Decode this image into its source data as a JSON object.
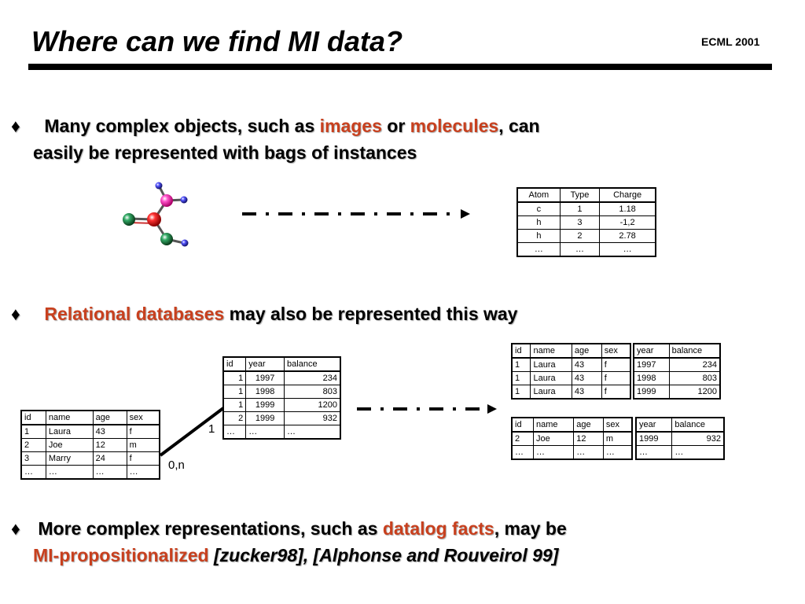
{
  "header": {
    "title": "Where can we find MI data?",
    "conference": "ECML 2001"
  },
  "bullets": {
    "b1": {
      "t1": "Many complex objects, such as ",
      "r1": "images",
      "t2": " or ",
      "r2": "molecules",
      "t3": ", can",
      "t4": "easily be represented with bags of instances"
    },
    "b2": {
      "r1": "Relational databases",
      "t1": " may also be represented this way"
    },
    "b3": {
      "t1": "More complex representations, such as ",
      "r1": "datalog facts",
      "t2": ", may be",
      "r2": "MI-propositionalized",
      "t3": " [zucker98], [Alphonse and Rouveirol 99]"
    }
  },
  "bullet_symbol": "♦",
  "atom_table": {
    "headers": [
      "Atom",
      "Type",
      "Charge"
    ],
    "rows": [
      [
        "c",
        "1",
        "1.18"
      ],
      [
        "h",
        "3",
        "-1,2"
      ],
      [
        "h",
        "2",
        "2.78"
      ],
      [
        "…",
        "…",
        "…"
      ]
    ]
  },
  "person_table": {
    "headers": [
      "id",
      "name",
      "age",
      "sex"
    ],
    "rows": [
      [
        "1",
        "Laura",
        "43",
        "f"
      ],
      [
        "2",
        "Joe",
        "12",
        "m"
      ],
      [
        "3",
        "Marry",
        "24",
        "f"
      ],
      [
        "…",
        "…",
        "…",
        "…"
      ]
    ]
  },
  "account_table": {
    "headers": [
      "id",
      "year",
      "balance"
    ],
    "rows": [
      [
        "1",
        "1997",
        "234"
      ],
      [
        "1",
        "1998",
        "803"
      ],
      [
        "1",
        "1999",
        "1200"
      ],
      [
        "2",
        "1999",
        "932"
      ],
      [
        "…",
        "…",
        "…"
      ]
    ]
  },
  "relation": {
    "one": "1",
    "many": "0,n"
  },
  "bag1": {
    "left_headers": [
      "id",
      "name",
      "age",
      "sex"
    ],
    "left_rows": [
      [
        "1",
        "Laura",
        "43",
        "f"
      ],
      [
        "1",
        "Laura",
        "43",
        "f"
      ],
      [
        "1",
        "Laura",
        "43",
        "f"
      ]
    ],
    "right_headers": [
      "year",
      "balance"
    ],
    "right_rows": [
      [
        "1997",
        "234"
      ],
      [
        "1998",
        "803"
      ],
      [
        "1999",
        "1200"
      ]
    ]
  },
  "bag2": {
    "left_headers": [
      "id",
      "name",
      "age",
      "sex"
    ],
    "left_rows": [
      [
        "2",
        "Joe",
        "12",
        "m"
      ],
      [
        "…",
        "…",
        "…",
        "…"
      ]
    ],
    "right_headers": [
      "year",
      "balance"
    ],
    "right_rows": [
      [
        "1999",
        "932"
      ],
      [
        "…",
        "…"
      ]
    ]
  },
  "colors": {
    "accent": "#c8401e",
    "text": "#000000"
  }
}
